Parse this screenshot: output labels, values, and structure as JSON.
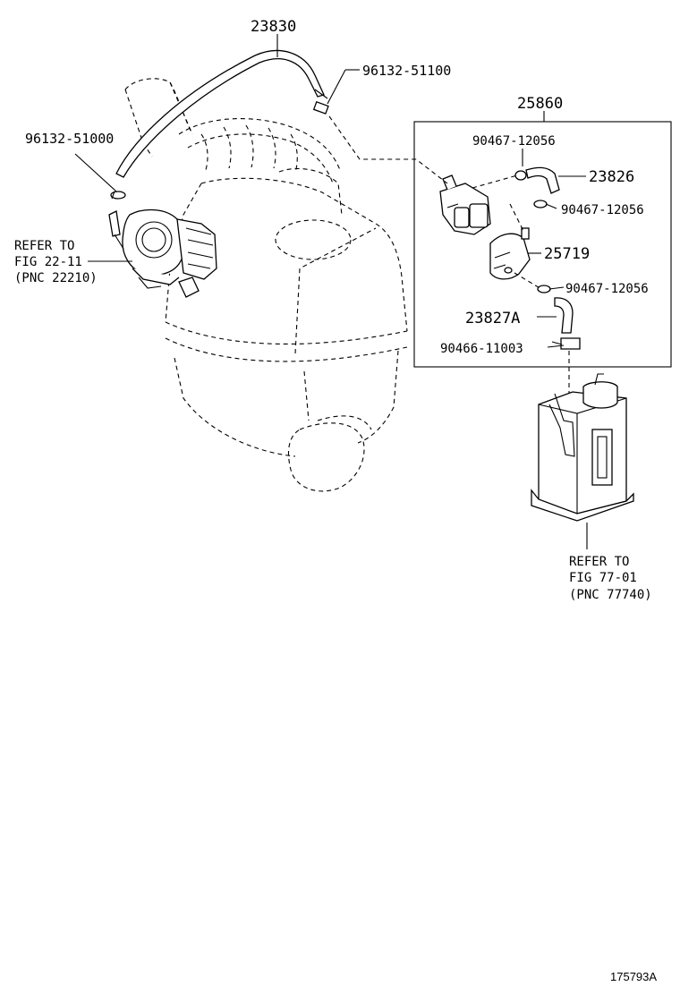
{
  "part_labels": {
    "p23830": "23830",
    "p96132_51100": "96132-51100",
    "p96132_51000": "96132-51000",
    "p25860": "25860",
    "p90467_12056_a": "90467-12056",
    "p23826": "23826",
    "p90467_12056_b": "90467-12056",
    "p25719": "25719",
    "p90467_12056_c": "90467-12056",
    "p23827A": "23827A",
    "p90466_11003": "90466-11003"
  },
  "refer_left": {
    "line1": "REFER TO",
    "line2": "FIG 22-11",
    "line3": "(PNC 22210)"
  },
  "refer_right": {
    "line1": "REFER TO",
    "line2": "FIG 77-01",
    "line3": "(PNC 77740)"
  },
  "figure_id": "175793A"
}
